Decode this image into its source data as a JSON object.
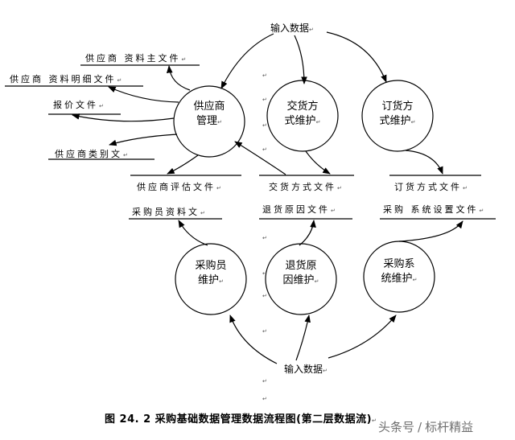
{
  "inputs": {
    "top": "输入数据",
    "bottom": "输入数据"
  },
  "processes": [
    {
      "id": "supplier",
      "lines": [
        "供应商",
        "管理"
      ]
    },
    {
      "id": "delivery",
      "lines": [
        "交货方",
        "式维护"
      ]
    },
    {
      "id": "order",
      "lines": [
        "订货方",
        "式维护"
      ]
    },
    {
      "id": "buyer",
      "lines": [
        "采购员",
        "维护"
      ]
    },
    {
      "id": "return",
      "lines": [
        "退货原",
        "因维护"
      ]
    },
    {
      "id": "system",
      "lines": [
        "采购系",
        "统维护"
      ]
    }
  ],
  "stores": {
    "supplier_master": "供应商 资料主文件",
    "supplier_detail": "供应商 资料明细文件",
    "quote": "报价文件",
    "supplier_category": "供应商类别文",
    "supplier_eval": "供应商评估文件",
    "delivery_mode": "交货方式文件",
    "order_mode": "订货方式文件",
    "buyer_info": "采购员资料文",
    "return_reason": "退货原因文件",
    "system_settings": "采购 系统设置文件"
  },
  "edit_mark": "↵",
  "caption": "图 24. 2  采购基础数据管理数据流程图(第二层数据流)",
  "watermark": {
    "left": "头条号",
    "separator": "/",
    "right": "标杆精益"
  }
}
